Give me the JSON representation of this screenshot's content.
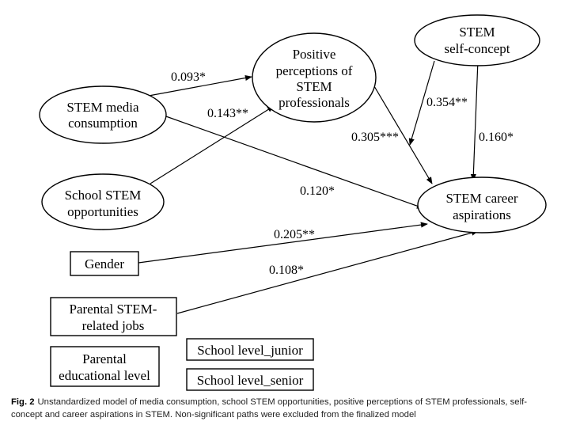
{
  "nodes": {
    "media": {
      "lines": [
        "STEM media",
        "consumption"
      ]
    },
    "school_opp": {
      "lines": [
        "School STEM",
        "opportunities"
      ]
    },
    "perceptions": {
      "lines": [
        "Positive",
        "perceptions of",
        "STEM",
        "professionals"
      ]
    },
    "self_concept": {
      "lines": [
        "STEM",
        "self-concept"
      ]
    },
    "aspirations": {
      "lines": [
        "STEM career",
        "aspirations"
      ]
    },
    "gender": {
      "lines": [
        "Gender"
      ]
    },
    "parental_jobs": {
      "lines": [
        "Parental STEM-",
        "related jobs"
      ]
    },
    "parental_edu": {
      "lines": [
        "Parental",
        "educational level"
      ]
    },
    "junior": {
      "lines": [
        "School level_junior"
      ]
    },
    "senior": {
      "lines": [
        "School level_senior"
      ]
    }
  },
  "paths": {
    "media_to_perceptions": "0.093*",
    "school_to_perceptions": "0.143**",
    "selfconcept_to_perceptions_path": "0.354**",
    "perceptions_to_aspirations": "0.305***",
    "selfconcept_to_aspirations": "0.160*",
    "media_to_aspirations": "0.120*",
    "gender_to_aspirations": "0.205**",
    "parentaljobs_to_aspirations": "0.108*"
  },
  "caption": {
    "label": "Fig. 2",
    "text": "Unstandardized model of media consumption, school STEM opportunities, positive perceptions of STEM professionals, self-concept and career aspirations in STEM. Non-significant paths were excluded from the finalized model"
  }
}
